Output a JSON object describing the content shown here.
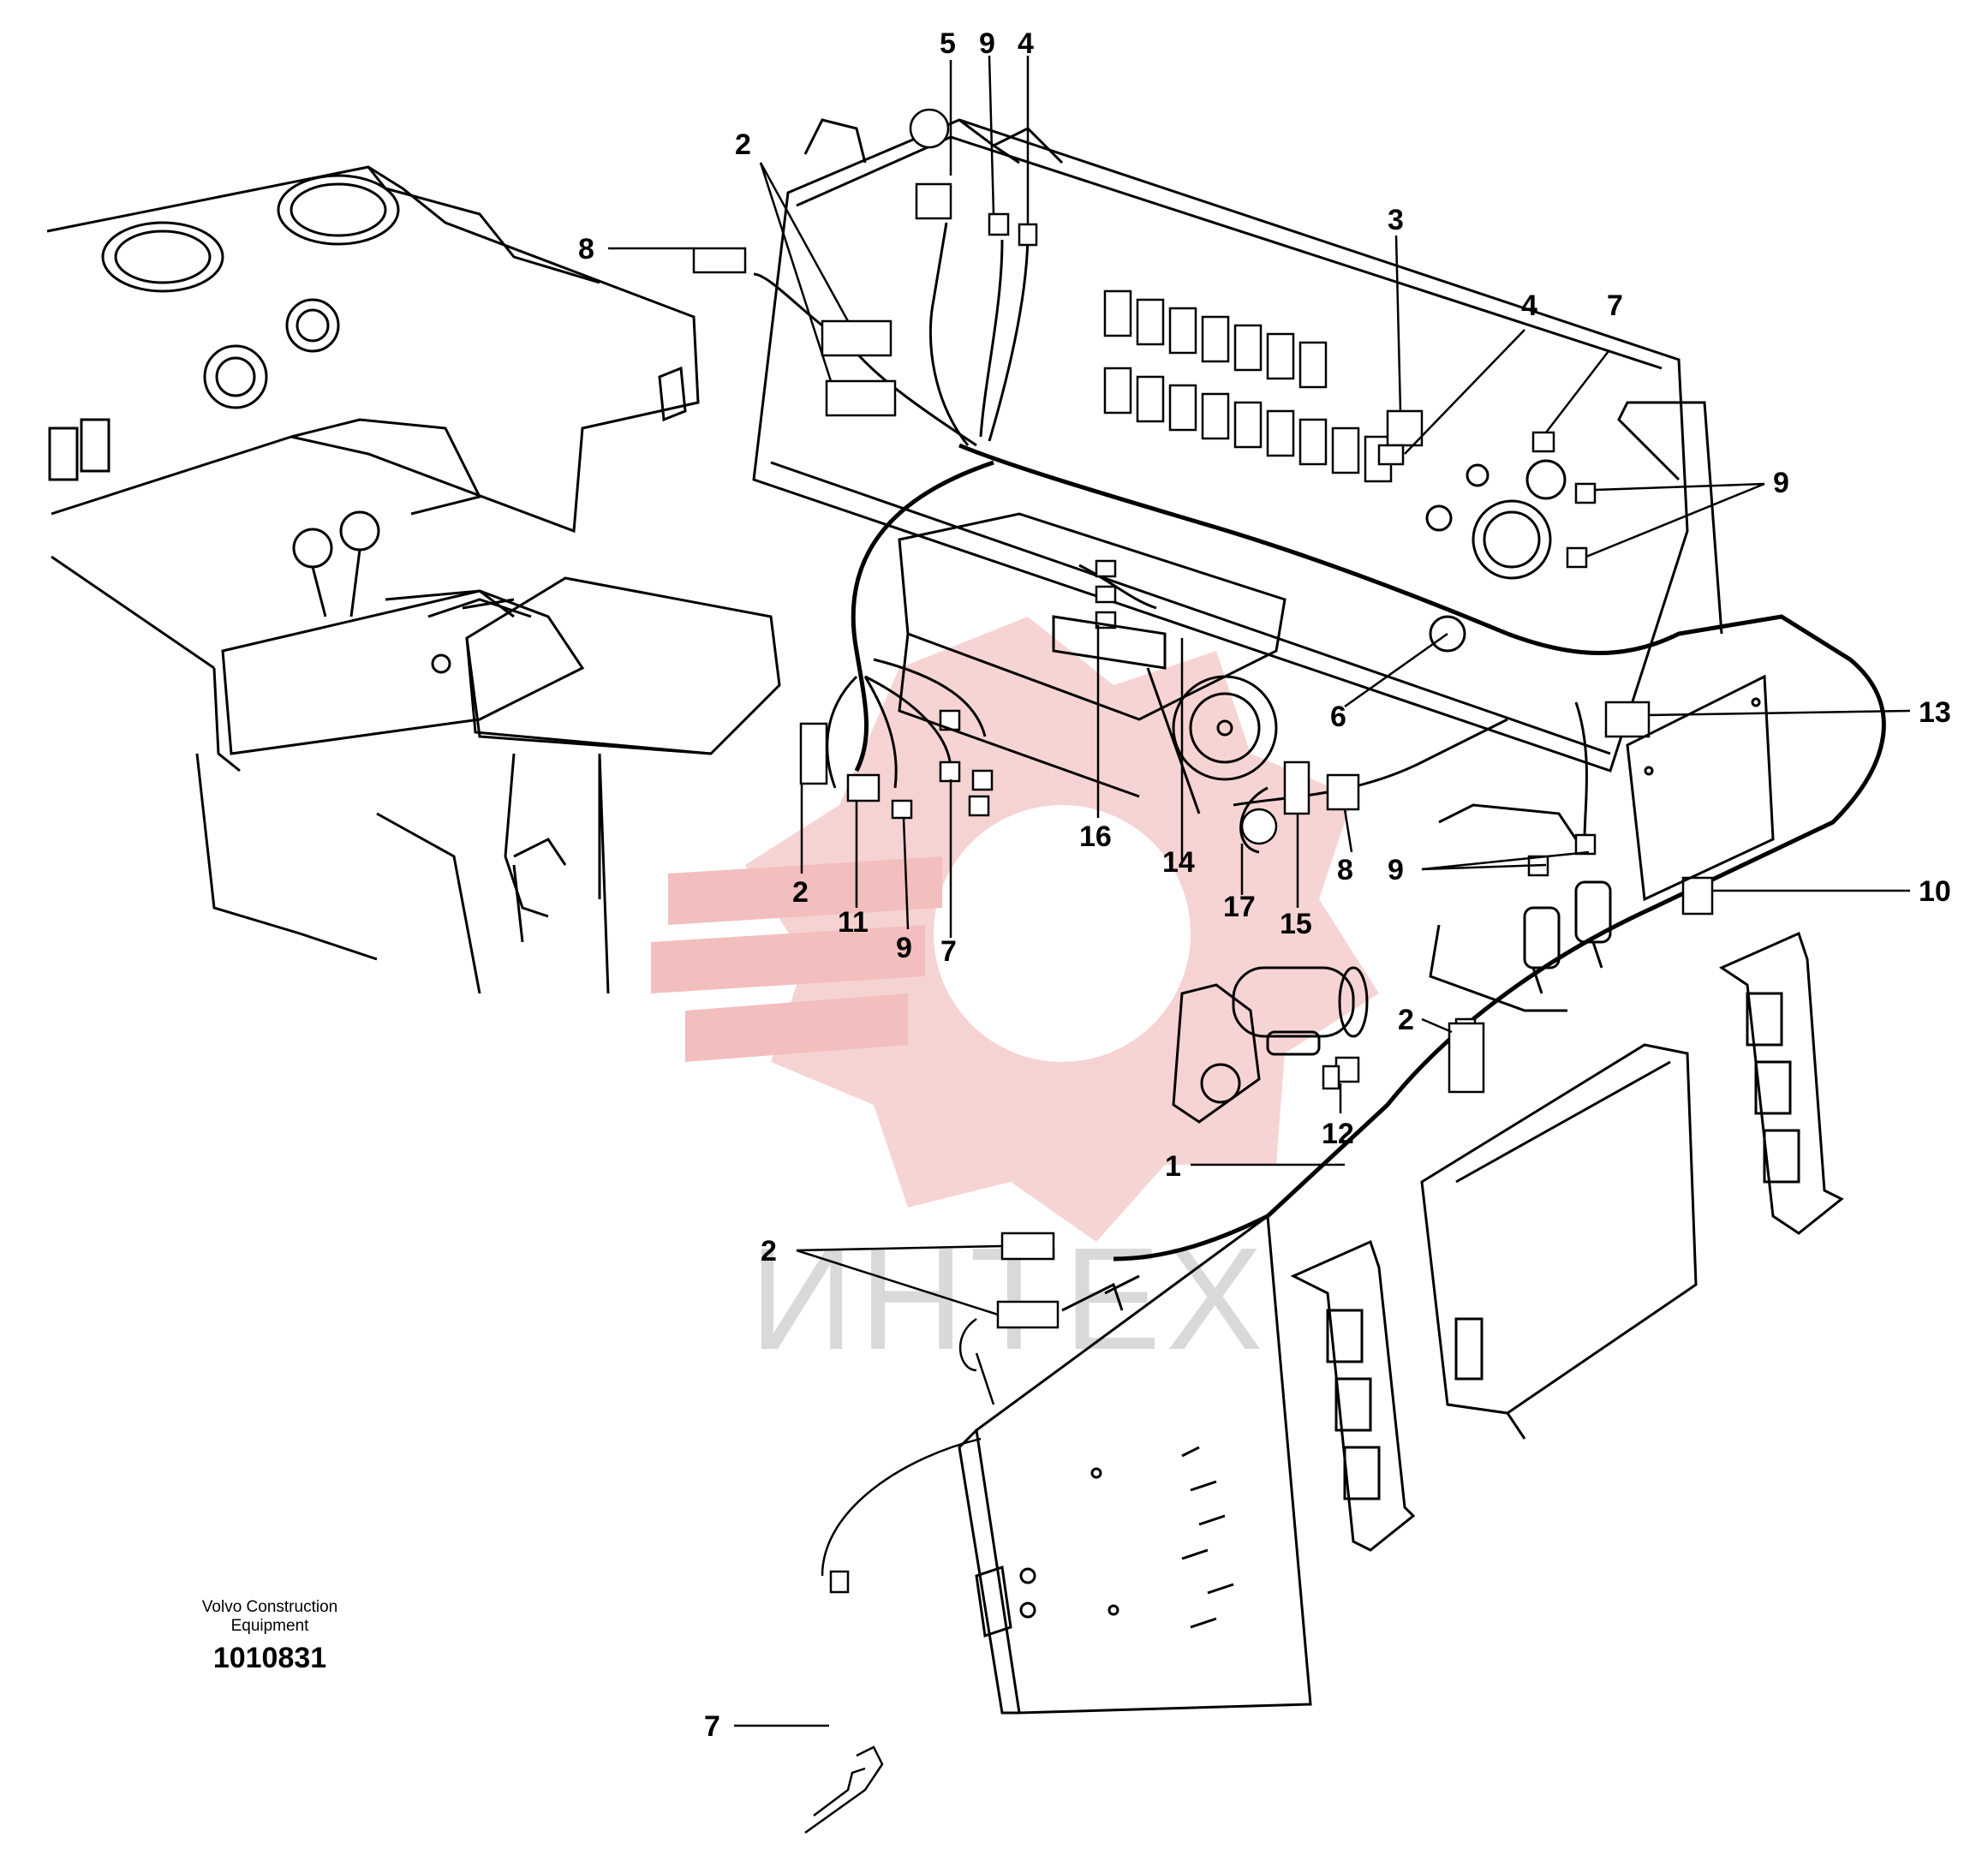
{
  "diagram": {
    "callouts": [
      {
        "id": "c5-top",
        "text": "5"
      },
      {
        "id": "c9-top",
        "text": "9"
      },
      {
        "id": "c4-top",
        "text": "4"
      },
      {
        "id": "c2-top",
        "text": "2"
      },
      {
        "id": "c8-top",
        "text": "8"
      },
      {
        "id": "c3",
        "text": "3"
      },
      {
        "id": "c4-right",
        "text": "4"
      },
      {
        "id": "c7-right",
        "text": "7"
      },
      {
        "id": "c9-right",
        "text": "9"
      },
      {
        "id": "c13",
        "text": "13"
      },
      {
        "id": "c6",
        "text": "6"
      },
      {
        "id": "c10",
        "text": "10"
      },
      {
        "id": "c9-midright",
        "text": "9"
      },
      {
        "id": "c8-mid",
        "text": "8"
      },
      {
        "id": "c15",
        "text": "15"
      },
      {
        "id": "c17",
        "text": "17"
      },
      {
        "id": "c14",
        "text": "14"
      },
      {
        "id": "c16",
        "text": "16"
      },
      {
        "id": "c2-left",
        "text": "2"
      },
      {
        "id": "c11",
        "text": "11"
      },
      {
        "id": "c9-left",
        "text": "9"
      },
      {
        "id": "c7-left",
        "text": "7"
      },
      {
        "id": "c2-mid",
        "text": "2"
      },
      {
        "id": "c12",
        "text": "12"
      },
      {
        "id": "c1",
        "text": "1"
      },
      {
        "id": "c2-bottom",
        "text": "2"
      },
      {
        "id": "c7-bottom",
        "text": "7"
      }
    ],
    "footer": {
      "brand_line1": "Volvo Construction",
      "brand_line2": "Equipment",
      "drawing_number": "1010831"
    },
    "watermark": {
      "text": "ИНТЕХ",
      "color": "#e8e8e8",
      "logo_color": "#f2b8b8"
    }
  }
}
